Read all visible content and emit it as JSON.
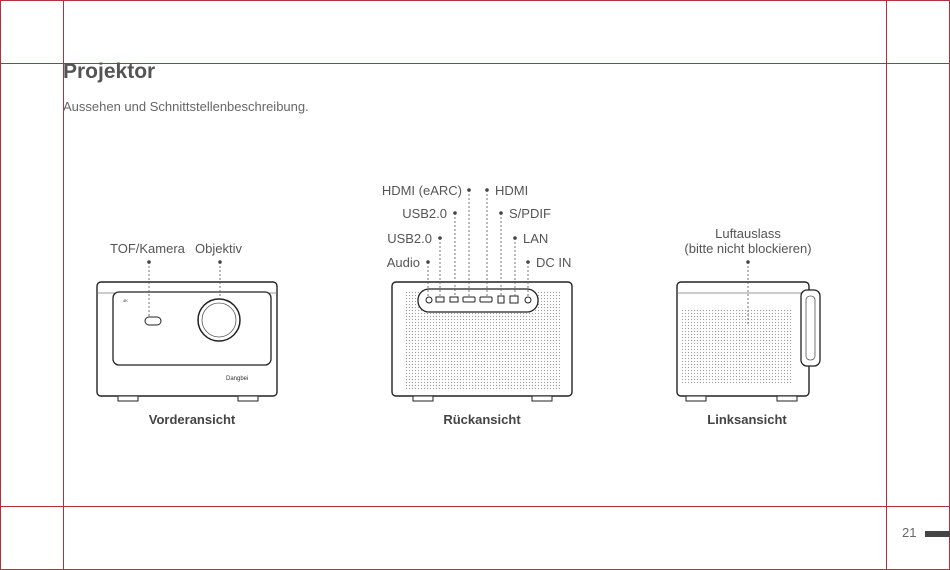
{
  "page": {
    "title": "Projektor",
    "subtitle": "Aussehen und Schnittstellenbeschreibung.",
    "page_number": "21"
  },
  "front": {
    "caption": "Vorderansicht",
    "labels": {
      "camera": "TOF/Kamera",
      "lens": "Objektiv"
    },
    "brand": "Dangbei"
  },
  "back": {
    "caption": "Rückansicht",
    "labels_left": [
      "HDMI (eARC)",
      "USB2.0",
      "USB2.0",
      "Audio"
    ],
    "labels_right": [
      "HDMI",
      "S/PDIF",
      "LAN",
      "DC IN"
    ]
  },
  "side": {
    "caption": "Linksansicht",
    "vent_label_line1": "Luftauslass",
    "vent_label_line2": "(bitte nicht blockieren)"
  },
  "colors": {
    "guide_lines": "#b5303d",
    "text": "#555555",
    "device_outline": "#222222"
  }
}
